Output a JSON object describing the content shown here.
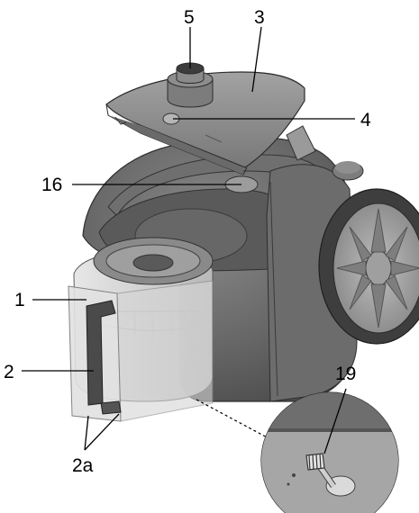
{
  "callouts": {
    "c5": "5",
    "c3": "3",
    "c4": "4",
    "c16": "16",
    "c1": "1",
    "c2": "2",
    "c2a": "2a",
    "c19": "19"
  },
  "colors": {
    "body_dark": "#5e5e5e",
    "body_mid": "#7a7a7a",
    "body_light": "#9a9a9a",
    "lid": "#8c8c8c",
    "container": "#d8d8d8",
    "wheel_rim": "#c8c8c8",
    "line": "#000000"
  }
}
